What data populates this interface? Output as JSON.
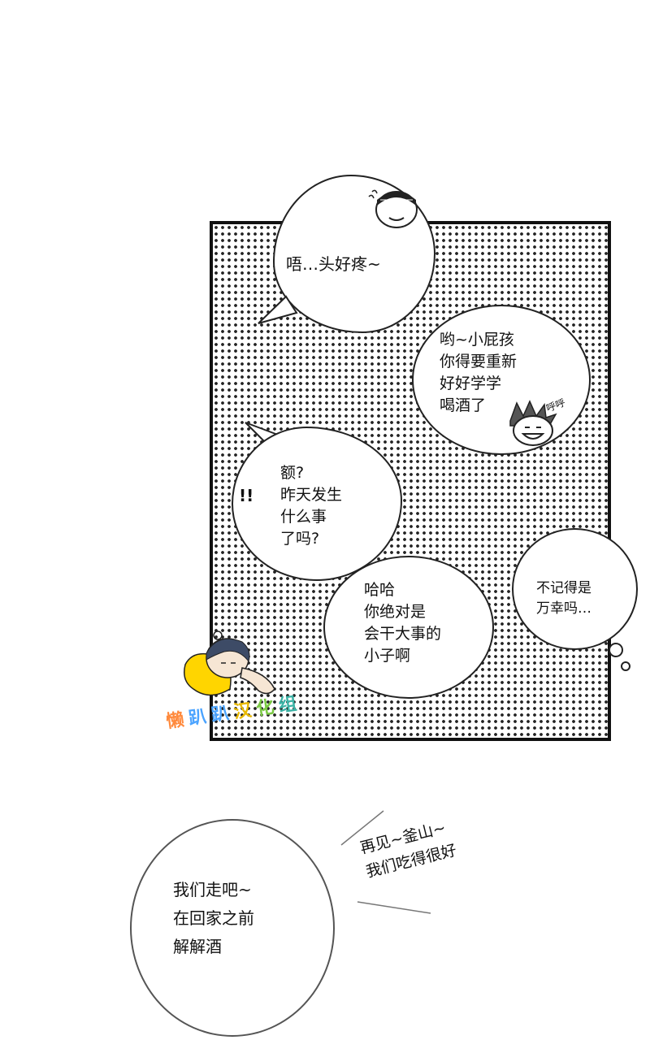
{
  "bubbles": {
    "headache": "唔…头好疼~",
    "relearn": "哟~小屁孩\n你得要重新\n好好学学\n喝酒了",
    "huhu": "呼呼",
    "what_happened": "额?\n昨天发生\n什么事\n了吗?",
    "exclaim": "!!",
    "great_things": "哈哈\n你绝对是\n会干大事的\n小子啊",
    "remember": "不记得是\n万幸吗…",
    "lets_go": "我们走吧~\n在回家之前\n解解酒",
    "goodbye": "再见~釜山~\n我们吃得很好"
  },
  "watermark": {
    "text": "懒趴趴汉化组",
    "chars": [
      "懒",
      "趴",
      "趴",
      "汉",
      "化",
      "组"
    ],
    "colors": [
      "#ff8a3d",
      "#4aa3ff",
      "#4aa3ff",
      "#ffcc00",
      "#7ac943",
      "#3bb3a6"
    ]
  }
}
